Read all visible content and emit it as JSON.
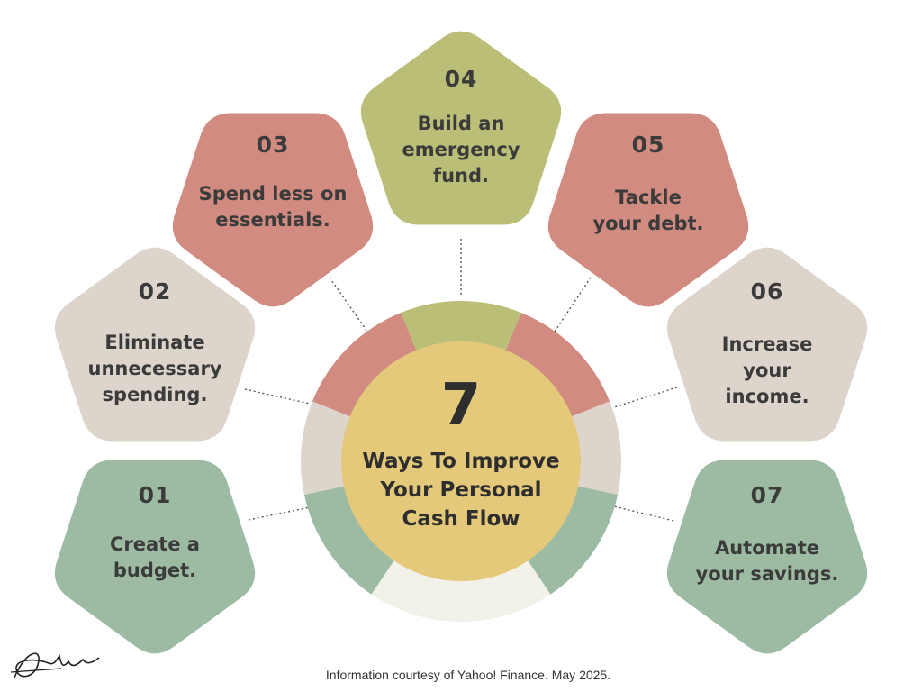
{
  "center": {
    "number": "7",
    "title_lines": [
      "Ways To Improve",
      "Your Personal",
      "Cash Flow"
    ]
  },
  "steps": [
    {
      "num": "01",
      "lines": [
        "Create a",
        "budget."
      ],
      "color": "#9dbba3"
    },
    {
      "num": "02",
      "lines": [
        "Eliminate",
        "unnecessary",
        "spending."
      ],
      "color": "#ddd4cc"
    },
    {
      "num": "03",
      "lines": [
        "Spend less on",
        "essentials."
      ],
      "color": "#d18b80"
    },
    {
      "num": "04",
      "lines": [
        "Build an",
        "emergency",
        "fund."
      ],
      "color": "#bbbe76"
    },
    {
      "num": "05",
      "lines": [
        "Tackle",
        "your debt."
      ],
      "color": "#d18b80"
    },
    {
      "num": "06",
      "lines": [
        "Increase",
        "your",
        "income."
      ],
      "color": "#ddd4cc"
    },
    {
      "num": "07",
      "lines": [
        "Automate",
        "your savings."
      ],
      "color": "#9dbba3"
    }
  ],
  "colors": {
    "center_fill": "#e4c97b",
    "ring_bottom": "#f1f1ea",
    "text": "#3b3b3b",
    "connector": "#555555"
  },
  "footer": "Information courtesy of Yahoo! Finance. May 2025.",
  "signature": "signature-graphic"
}
